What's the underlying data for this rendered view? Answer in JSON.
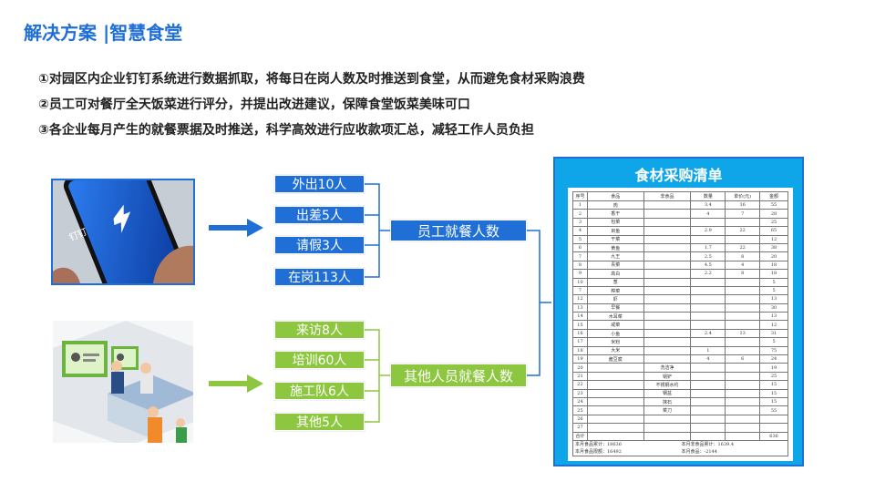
{
  "title": "解决方案 |智慧食堂",
  "bullets": [
    "①对园区内企业钉钉系统进行数据抓取，将每日在岗人数及时推送到食堂，从而避免食材采购浪费",
    "②员工可对餐厅全天饭菜进行评分，并提出改进建议，保障食堂饭菜美味可口",
    "③各企业每月产生的就餐票据及时推送，科学高效进行应收款项汇总，减轻工作人员负担"
  ],
  "phone_logo_text": "钉钉",
  "employee_items": [
    "外出10人",
    "出差5人",
    "请假3人",
    "在岗113人"
  ],
  "employee_total": "员工就餐人数",
  "other_items": [
    "来访8人",
    "培训60人",
    "施工队6人",
    "其他5人"
  ],
  "other_total": "其他人员就餐人数",
  "panel_title": "食材采购清单",
  "table": {
    "headers": [
      "序号",
      "食品",
      "非食品",
      "数量",
      "单价(元)",
      "金额"
    ],
    "rows": [
      [
        "1",
        "肉",
        "",
        "3.4",
        "16",
        "55"
      ],
      [
        "2",
        "香干",
        "",
        "4",
        "7",
        "28"
      ],
      [
        "3",
        "包菜",
        "",
        "",
        "",
        "25"
      ],
      [
        "4",
        "目鱼",
        "",
        "2.9",
        "22",
        "65"
      ],
      [
        "5",
        "干菜",
        "",
        "",
        "",
        "12"
      ],
      [
        "6",
        "黄鱼",
        "",
        "1.7",
        "22",
        "38"
      ],
      [
        "7",
        "九王",
        "",
        "2.5",
        "8",
        "20"
      ],
      [
        "8",
        "青菜",
        "",
        "4.5",
        "4",
        "18"
      ],
      [
        "9",
        "高白",
        "",
        "2.2",
        "8",
        "18"
      ],
      [
        "10",
        "葱",
        "",
        "",
        "",
        "5"
      ],
      [
        "7",
        "榨菜",
        "",
        "",
        "",
        "5"
      ],
      [
        "12",
        "虾",
        "",
        "",
        "",
        "13"
      ],
      [
        "13",
        "早餐",
        "",
        "",
        "",
        "30"
      ],
      [
        "14",
        "木耳菜",
        "",
        "",
        "",
        "13"
      ],
      [
        "15",
        "咸菜",
        "",
        "",
        "",
        "12"
      ],
      [
        "16",
        "小鱼",
        "",
        "2.4",
        "13",
        "31"
      ],
      [
        "17",
        "米粉",
        "",
        "",
        "",
        "5"
      ],
      [
        "18",
        "大米",
        "",
        "1",
        "",
        "75"
      ],
      [
        "19",
        "酱豆腐",
        "",
        "4",
        "6",
        "24"
      ],
      [
        "20",
        "",
        "洗洁净",
        "",
        "",
        "19"
      ],
      [
        "21",
        "",
        "锅铲",
        "",
        "",
        "25"
      ],
      [
        "22",
        "",
        "不锈钢水约",
        "",
        "",
        "15"
      ],
      [
        "23",
        "",
        "钢盆",
        "",
        "",
        "15"
      ],
      [
        "24",
        "",
        "抹石",
        "",
        "",
        "15"
      ],
      [
        "25",
        "",
        "菜刀",
        "",
        "",
        "55"
      ],
      [
        "26",
        "",
        "",
        "",
        "",
        ""
      ],
      [
        "27",
        "",
        "",
        "",
        "",
        ""
      ],
      [
        "合计",
        "",
        "",
        "",
        "",
        "636"
      ]
    ],
    "footer": [
      [
        "本月食品累计：18636",
        "本月非食品累计：1639.4"
      ],
      [
        "本月食品限额：16492",
        "本月食品：-2144"
      ]
    ]
  }
}
